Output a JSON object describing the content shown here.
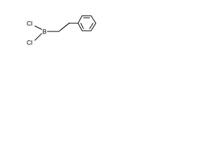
{
  "molecule": {
    "atoms": {
      "chlorine_top": "Cl",
      "chlorine_bottom": "Cl",
      "boron": "B"
    }
  }
}
